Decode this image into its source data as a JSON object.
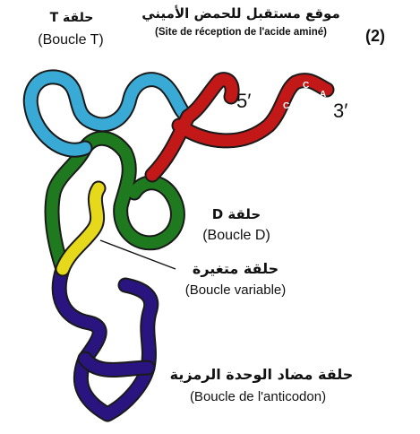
{
  "figure_number": "(2)",
  "labels": {
    "acceptor_site_ar": "موقع مستقبل للحمض الأميني",
    "acceptor_site_fr": "(Site de réception de l'acide aminé)",
    "t_loop_ar": "حلقة T",
    "t_loop_fr": "(Boucle T)",
    "d_loop_ar": "حلقة D",
    "d_loop_fr": "(Boucle D)",
    "variable_loop_ar": "حلقة متغيرة",
    "variable_loop_fr": "(Boucle variable)",
    "anticodon_loop_ar": "حلقة مضاد الوحدة الرمزية",
    "anticodon_loop_fr": "(Boucle de l'anticodon)"
  },
  "ends": {
    "five_prime": "5′",
    "three_prime": "3′"
  },
  "cca_letters": [
    "C",
    "C",
    "A"
  ],
  "colors": {
    "acceptor_stem": "#c21818",
    "t_arm": "#39a9d6",
    "d_arm": "#1f7a1f",
    "variable_loop": "#e6d81a",
    "anticodon_arm": "#2a1580"
  }
}
